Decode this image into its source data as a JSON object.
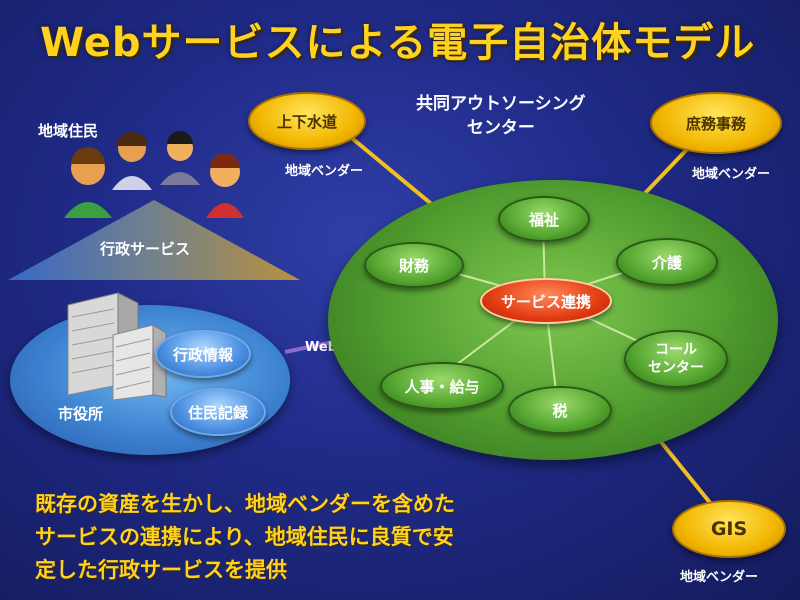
{
  "title": "Webサービスによる電子自治体モデル",
  "residents_label": "地域住民",
  "admin_service_label": "行政サービス",
  "city_hall": {
    "label": "市役所",
    "items": [
      "行政情報",
      "住民記録"
    ]
  },
  "web_service_label": "Web service",
  "outsourcing_center_label_line1": "共同アウトソーシング",
  "outsourcing_center_label_line2": "センター",
  "hub_label": "サービス連携",
  "center_services": {
    "welfare": "福祉",
    "finance": "財務",
    "care": "介護",
    "hr_payroll": "人事・給与",
    "tax": "税",
    "call_center_line1": "コール",
    "call_center_line2": "センター"
  },
  "vendors": {
    "water": "上下水道",
    "registry": "庶務事務",
    "gis": "GIS",
    "vendor_label": "地域ベンダー"
  },
  "bottom_text": [
    "既存の資産を生かし、地域ベンダーを含めた",
    "サービスの連携により、地域住民に良質で安",
    "定した行政サービスを提供"
  ]
}
